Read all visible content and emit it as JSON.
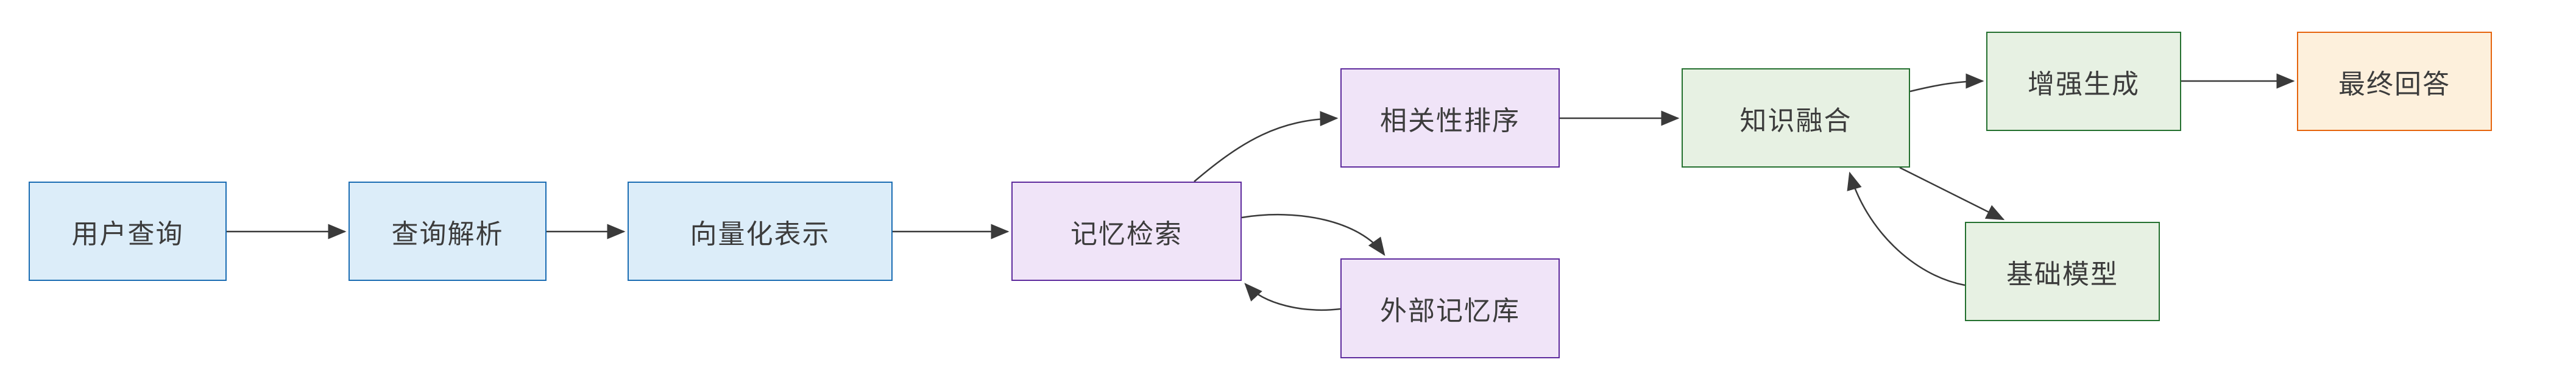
{
  "diagram": {
    "nodes": [
      {
        "id": "user-query",
        "label": "用户查询",
        "palette": "blue"
      },
      {
        "id": "query-parse",
        "label": "查询解析",
        "palette": "blue"
      },
      {
        "id": "vectorize",
        "label": "向量化表示",
        "palette": "blue"
      },
      {
        "id": "memory-retrieval",
        "label": "记忆检索",
        "palette": "purple"
      },
      {
        "id": "relevance-rank",
        "label": "相关性排序",
        "palette": "purple"
      },
      {
        "id": "external-memory",
        "label": "外部记忆库",
        "palette": "purple"
      },
      {
        "id": "knowledge-fusion",
        "label": "知识融合",
        "palette": "green"
      },
      {
        "id": "augmented-generation",
        "label": "增强生成",
        "palette": "green"
      },
      {
        "id": "base-model",
        "label": "基础模型",
        "palette": "green"
      },
      {
        "id": "final-answer",
        "label": "最终回答",
        "palette": "orange"
      }
    ],
    "edges": [
      {
        "from": "user-query",
        "to": "query-parse",
        "style": "straight-arrow"
      },
      {
        "from": "query-parse",
        "to": "vectorize",
        "style": "straight-arrow"
      },
      {
        "from": "vectorize",
        "to": "memory-retrieval",
        "style": "straight-arrow"
      },
      {
        "from": "memory-retrieval",
        "to": "relevance-rank",
        "style": "curved-arrow"
      },
      {
        "from": "relevance-rank",
        "to": "knowledge-fusion",
        "style": "straight-arrow"
      },
      {
        "from": "memory-retrieval",
        "to": "external-memory",
        "style": "curved-arrow"
      },
      {
        "from": "external-memory",
        "to": "memory-retrieval",
        "style": "curved-arrow"
      },
      {
        "from": "knowledge-fusion",
        "to": "augmented-generation",
        "style": "curved-arrow"
      },
      {
        "from": "augmented-generation",
        "to": "final-answer",
        "style": "straight-arrow"
      },
      {
        "from": "knowledge-fusion",
        "to": "base-model",
        "style": "straight-arrow"
      },
      {
        "from": "base-model",
        "to": "knowledge-fusion",
        "style": "curved-arrow"
      }
    ]
  },
  "palettes": {
    "blue": {
      "fill": "#dcedf9",
      "stroke": "#1b6db3"
    },
    "purple": {
      "fill": "#f0e4f8",
      "stroke": "#5e2b9d"
    },
    "green": {
      "fill": "#e7f1e3",
      "stroke": "#24702f"
    },
    "orange": {
      "fill": "#fdf0dc",
      "stroke": "#e5640d"
    }
  },
  "colors": {
    "edge_stroke": "#3a3a3a",
    "label_text": "#3c3c3c",
    "canvas_background": "#ffffff"
  }
}
